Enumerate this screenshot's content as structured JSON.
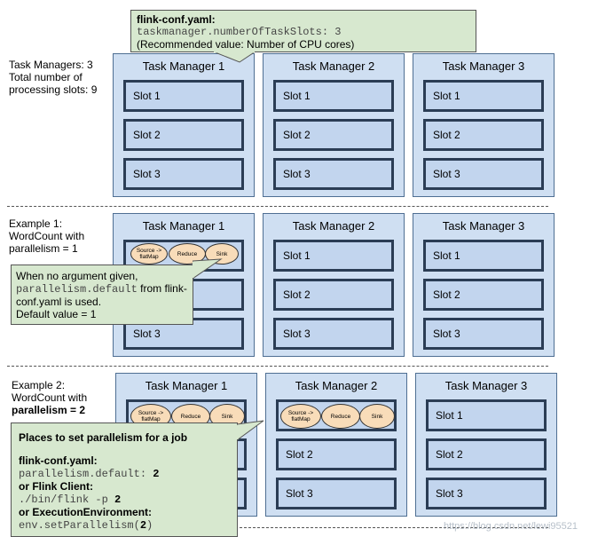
{
  "colors": {
    "tm_fill": "#cfdff2",
    "slot_fill": "#c2d5ee",
    "slot_border": "#2b3d55",
    "callout_fill": "#d7e8cf",
    "operator_fill": "#f8dcb9"
  },
  "top_callout": {
    "title": "flink-conf.yaml:",
    "code": "taskmanager.numberOfTaskSlots: 3",
    "note": "(Recommended value: Number of CPU cores)"
  },
  "section0": {
    "label_lines": [
      "Task Managers: 3",
      "Total number of",
      "processing slots: 9"
    ],
    "task_managers": [
      {
        "title": "Task Manager 1",
        "slots": [
          "Slot 1",
          "Slot 2",
          "Slot 3"
        ]
      },
      {
        "title": "Task Manager 2",
        "slots": [
          "Slot 1",
          "Slot 2",
          "Slot 3"
        ]
      },
      {
        "title": "Task Manager 3",
        "slots": [
          "Slot 1",
          "Slot 2",
          "Slot 3"
        ]
      }
    ]
  },
  "section1": {
    "label_lines": [
      "Example 1:",
      "WordCount with",
      "parallelism = 1"
    ],
    "task_managers": [
      {
        "title": "Task Manager 1",
        "slots": [
          "Slot 3"
        ]
      },
      {
        "title": "Task Manager 2",
        "slots": [
          "Slot 1",
          "Slot 2",
          "Slot 3"
        ]
      },
      {
        "title": "Task Manager 3",
        "slots": [
          "Slot 1",
          "Slot 2",
          "Slot 3"
        ]
      }
    ],
    "operators": [
      "Source -> flatMap",
      "Reduce",
      "Sink"
    ],
    "callout": {
      "line1": "When no argument given,",
      "code": "parallelism.default",
      "line2_rest": " from flink-",
      "line3": "conf.yaml is used.",
      "line4": "Default value = 1"
    }
  },
  "section2": {
    "label_lines": [
      "Example 2:",
      "WordCount with"
    ],
    "label_bold": "parallelism = 2",
    "task_managers": [
      {
        "title": "Task Manager 1",
        "slots": []
      },
      {
        "title": "Task Manager 2",
        "slots": [
          "Slot 2",
          "Slot 3"
        ]
      },
      {
        "title": "Task Manager 3",
        "slots": [
          "Slot 1",
          "Slot 2",
          "Slot 3"
        ]
      }
    ],
    "operators_tm1": [
      "Source -> flatMap",
      "Reduce",
      "Sink"
    ],
    "operators_tm2": [
      "Source -> flatMap",
      "Reduce",
      "Sink"
    ],
    "callout": {
      "title": "Places to set parallelism for a job",
      "h1": "flink-conf.yaml:",
      "code1": "parallelism.default: ",
      "val1": "2",
      "h2": "or Flink Client:",
      "code2": "./bin/flink -p ",
      "val2": "2",
      "h3": "or ExecutionEnvironment:",
      "code3a": "env.setParallelism(",
      "val3": "2",
      "code3b": ")"
    }
  },
  "watermark": "https://blog.csdn.net/lewi95521"
}
